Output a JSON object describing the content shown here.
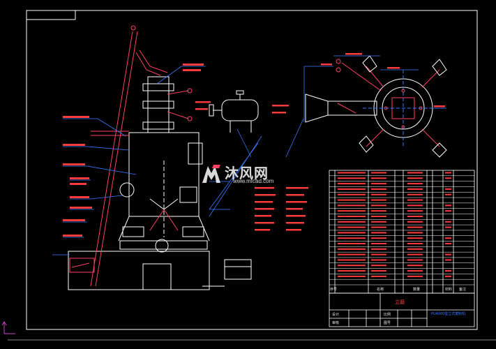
{
  "drawing": {
    "title_block": {
      "drawing_name": "立磨",
      "project": "PU4000型立式磨粉机",
      "labels": [
        "设计",
        "审核",
        "比例",
        "图号"
      ],
      "parts_list_header": [
        "序号",
        "名称",
        "数量",
        "材料",
        "备注"
      ]
    },
    "colors": {
      "background": "#000000",
      "border": "#ffffff",
      "linework": "#ffffff",
      "accent": "#ff4060",
      "leader": "#3a7bff",
      "note": "#ff3b3b"
    }
  },
  "watermark": {
    "brand": "沐风网",
    "url": "www.mfcad.com",
    "logo_icon": "mf-logo-icon"
  }
}
